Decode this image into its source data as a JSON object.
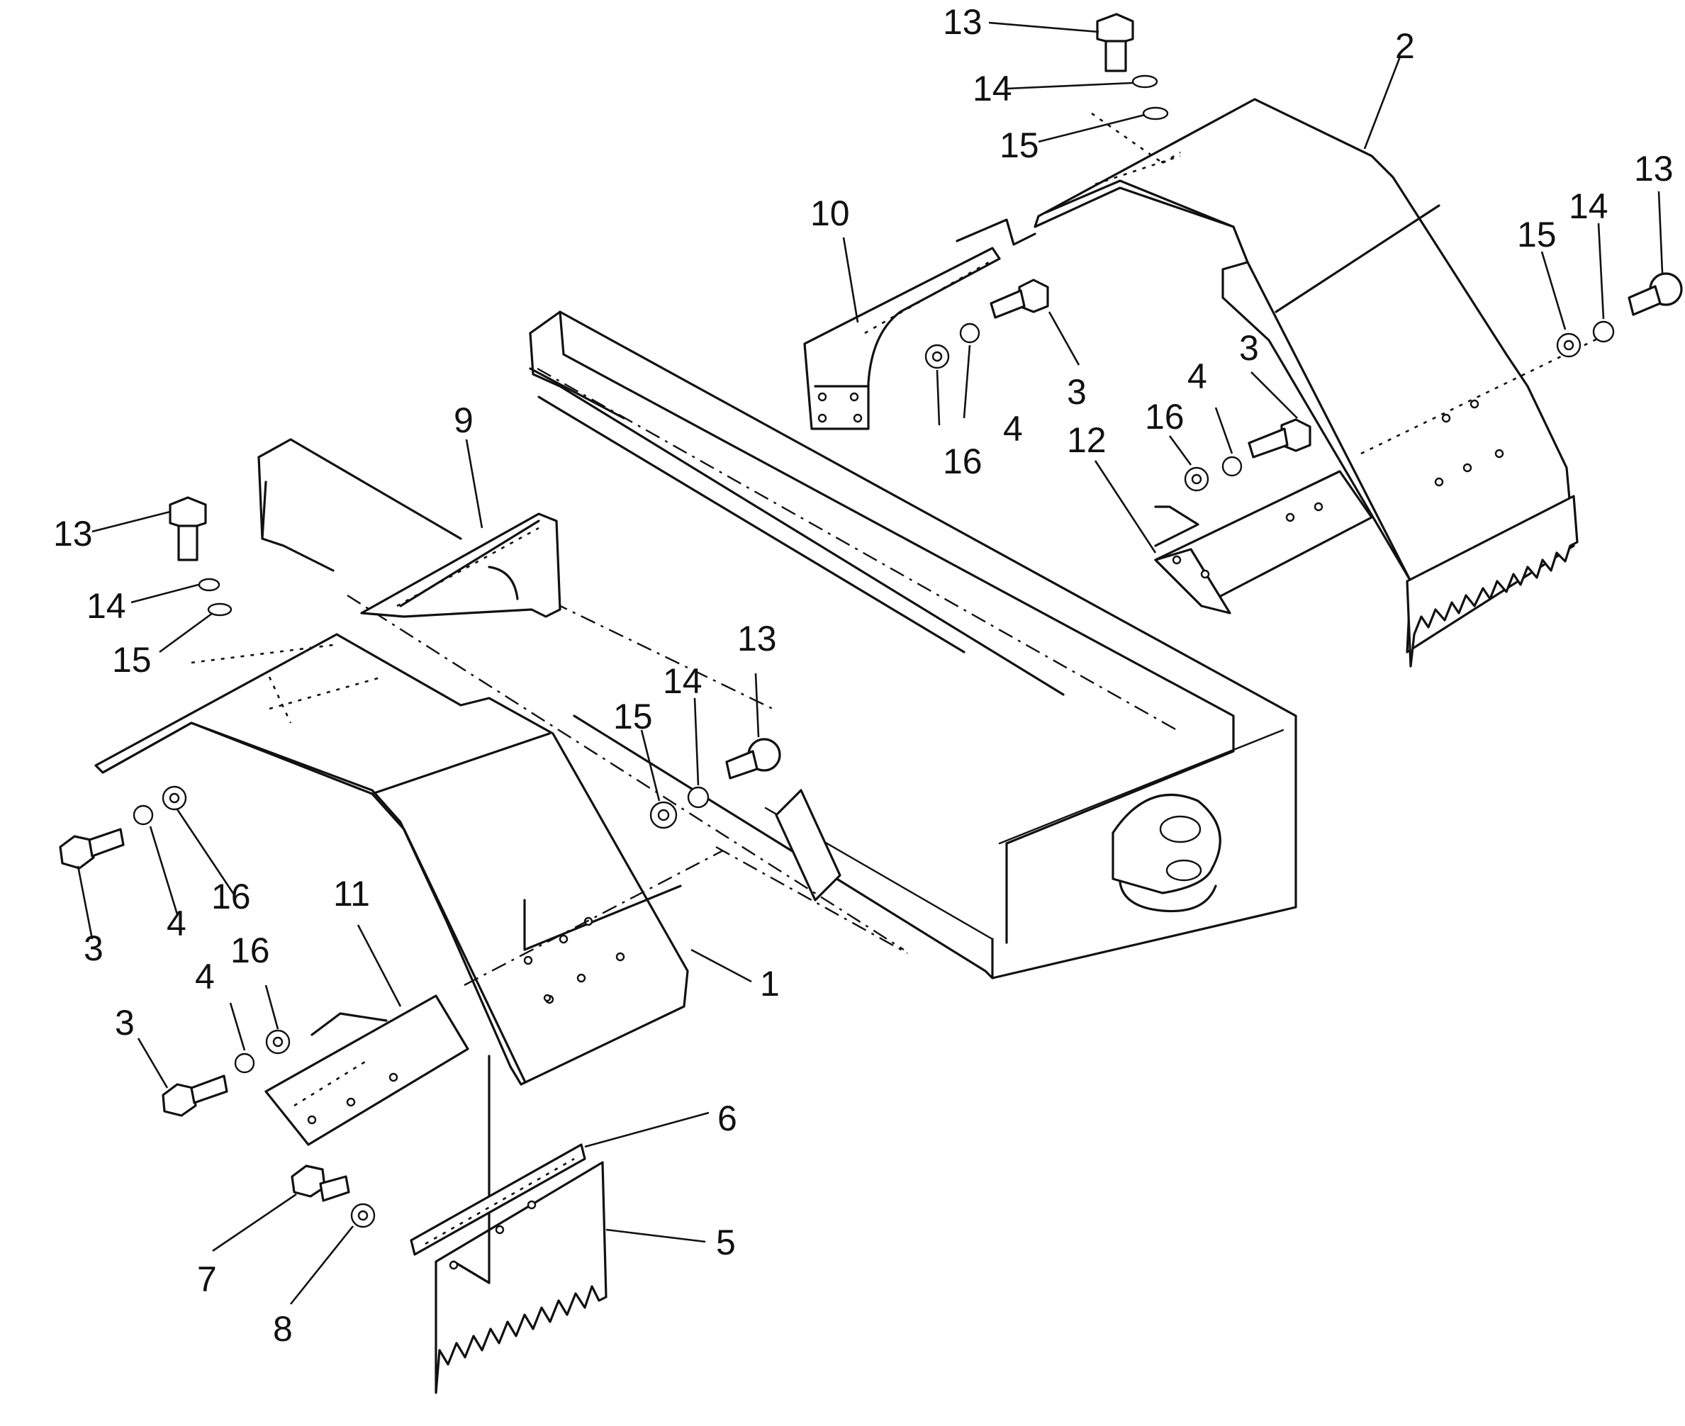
{
  "labels": {
    "l1": "1",
    "l2": "2",
    "l3a": "3",
    "l3b": "3",
    "l3c": "3",
    "l3d": "3",
    "l4a": "4",
    "l4b": "4",
    "l4c": "4",
    "l4d": "4",
    "l5": "5",
    "l6": "6",
    "l7": "7",
    "l8": "8",
    "l9": "9",
    "l10": "10",
    "l11": "11",
    "l12": "12",
    "l13a": "13",
    "l13b": "13",
    "l13c": "13",
    "l13d": "13",
    "l14a": "14",
    "l14b": "14",
    "l14c": "14",
    "l14d": "14",
    "l15a": "15",
    "l15b": "15",
    "l15c": "15",
    "l15d": "15",
    "l16a": "16",
    "l16b": "16",
    "l16c": "16",
    "l16d": "16"
  },
  "colors": {
    "ink": "#111111",
    "paper": "#ffffff"
  }
}
